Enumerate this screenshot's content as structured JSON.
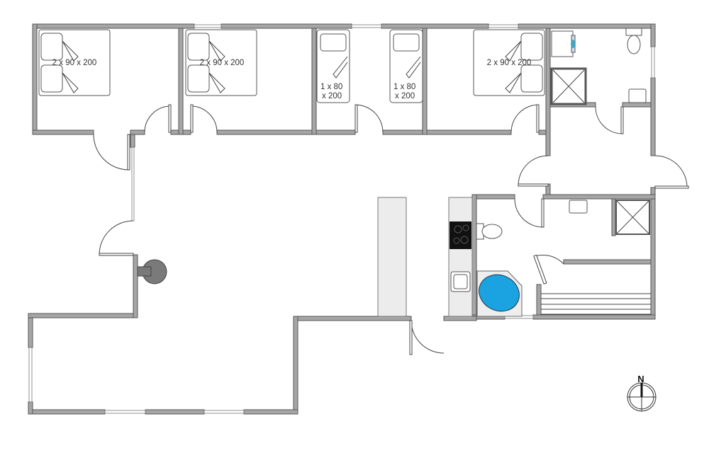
{
  "title": "Floor plan",
  "rooms": {
    "bedroom_1": {
      "bed_label": "2 x 90 x 200"
    },
    "bedroom_2": {
      "bed_label": "2 x 90 x 200"
    },
    "bedroom_3": {
      "bed_label_line1": "1 x 80",
      "bed_label_line2": "x 200",
      "bed2_label_line1": "1 x 80",
      "bed2_label_line2": "x 200"
    },
    "bedroom_4": {
      "bed_label": "2 x 90 x 200"
    }
  },
  "compass": {
    "label": "N"
  },
  "colors": {
    "wall": "#a6a6a6",
    "bathtub": "#1aa3e0",
    "counter": "#ececec",
    "stove": "#111111",
    "fireplace": "#7a7a7a"
  }
}
